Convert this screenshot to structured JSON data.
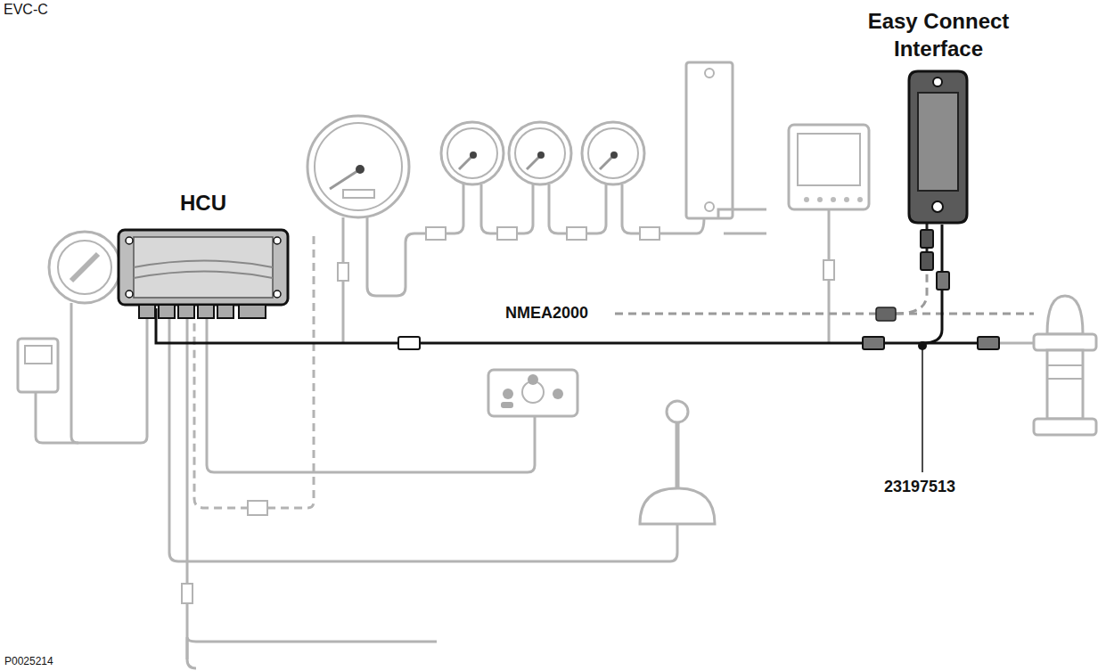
{
  "diagram": {
    "title": "EVC-C",
    "nodes": [
      {
        "text": [
          "HCU"
        ]
      },
      {
        "text": [
          "Easy Connect Interface"
        ]
      }
    ],
    "edges": [
      {
        "from": 0,
        "to": 1,
        "arrow": "none"
      }
    ],
    "labels": [
      "NMEA2000",
      "23197513",
      "P0025214"
    ]
  }
}
